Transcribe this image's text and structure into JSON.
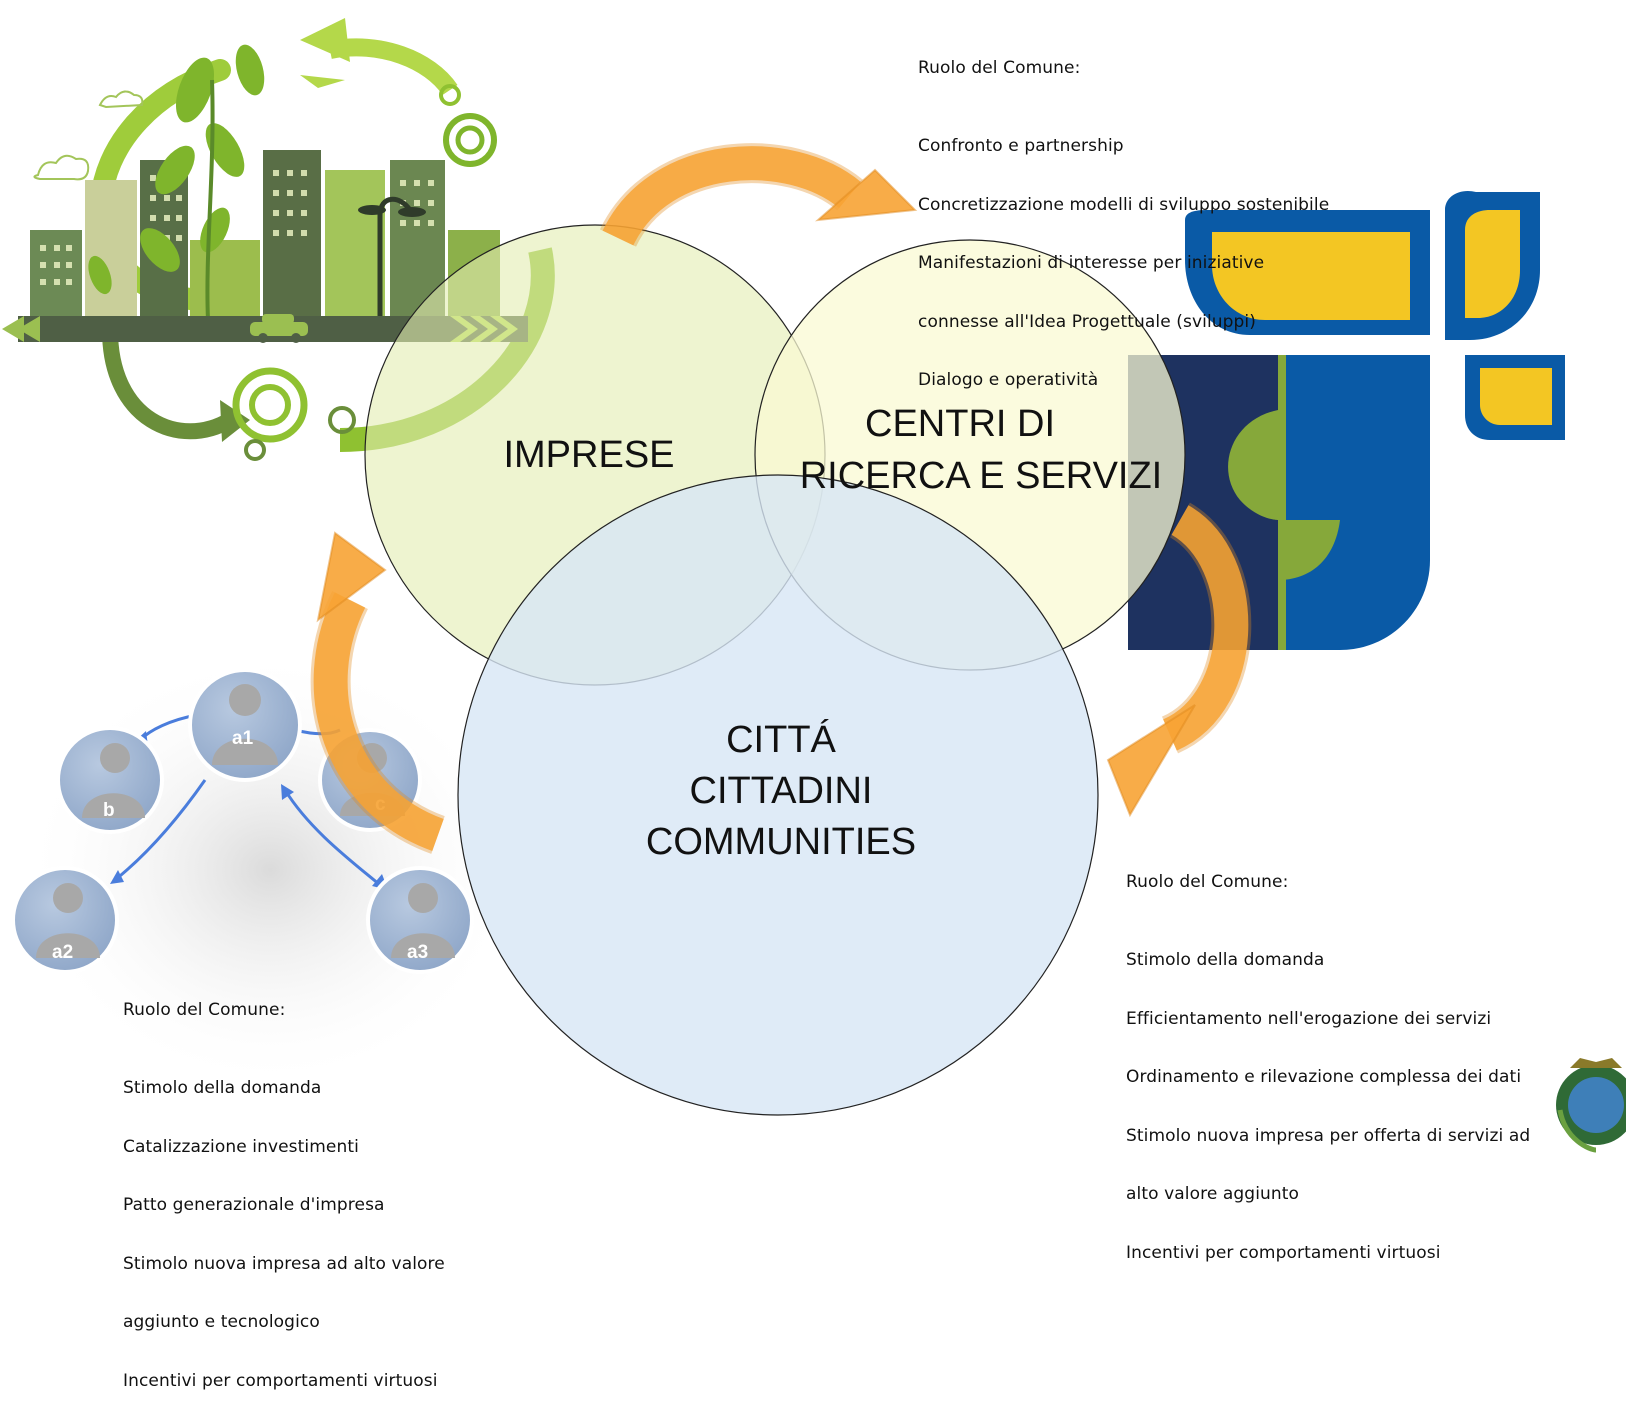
{
  "circles": {
    "imprese": {
      "label": "IMPRESE",
      "color": "#e2ecb1"
    },
    "centri": {
      "line1": "CENTRI DI",
      "line2": "RICERCA E SERVIZI",
      "color": "#f9f9d3"
    },
    "citta": {
      "line1": "CITTÁ",
      "line2": "CITTADINI",
      "line3": "COMMUNITIES",
      "color": "#d7e6f5"
    }
  },
  "notes": {
    "top": {
      "title": "Ruolo del Comune:",
      "lines": [
        "Confronto e partnership",
        "Concretizzazione modelli di sviluppo sostenibile",
        "Manifestazioni di interesse per iniziative",
        "connesse all'Idea Progettuale (sviluppi)",
        "Dialogo e operatività"
      ]
    },
    "right": {
      "title": "Ruolo del Comune:",
      "lines": [
        "Stimolo della domanda",
        "Efficientamento nell'erogazione dei servizi",
        "Ordinamento e rilevazione complessa dei dati",
        "Stimolo nuova impresa per offerta di servizi ad",
        "alto valore aggiunto",
        "Incentivi per comportamenti virtuosi"
      ]
    },
    "left": {
      "title": "Ruolo del Comune:",
      "lines": [
        "Stimolo della domanda",
        "Catalizzazione investimenti",
        "Patto generazionale d'impresa",
        "Stimolo nuova impresa ad alto valore",
        "aggiunto e tecnologico",
        "Incentivi per comportamenti virtuosi"
      ]
    }
  },
  "people_network": {
    "nodes": [
      "a1",
      "b",
      "a2",
      "c",
      "a3"
    ]
  },
  "colors": {
    "arrow": "#f7a334",
    "arrow_edge": "#e08a1e",
    "logo_blue": "#0a5aa6",
    "logo_navy": "#1e3260",
    "logo_yellow": "#f3c623",
    "logo_green": "#86a83a",
    "city_green": "#7fb52c",
    "node_fill": "#9db2d0",
    "node_edge": "#ffffff",
    "link": "#4a7ddc"
  }
}
